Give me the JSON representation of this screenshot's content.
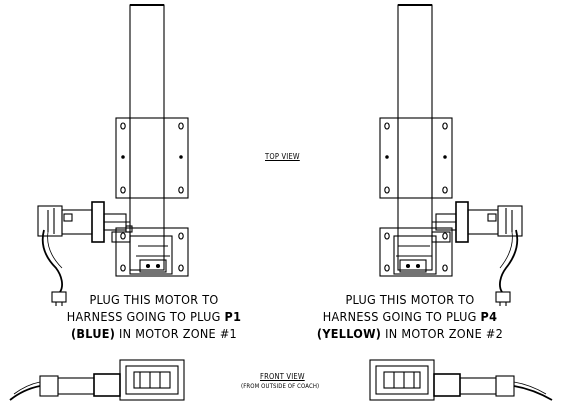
{
  "labels": {
    "top_view": "TOP VIEW",
    "front_view": "FRONT VIEW",
    "front_view_sub": "(FROM OUTSIDE OF COACH)"
  },
  "left_note": {
    "line1": "PLUG THIS MOTOR TO",
    "line2_text": "HARNESS GOING TO PLUG ",
    "line2_plug": "P1",
    "line3_color": "(BLUE)",
    "line3_text": " IN MOTOR ZONE #1"
  },
  "right_note": {
    "line1": "PLUG THIS MOTOR TO",
    "line2_text": "HARNESS GOING TO PLUG ",
    "line2_plug": "P4",
    "line3_color": "(YELLOW)",
    "line3_text": " IN MOTOR ZONE #2"
  }
}
